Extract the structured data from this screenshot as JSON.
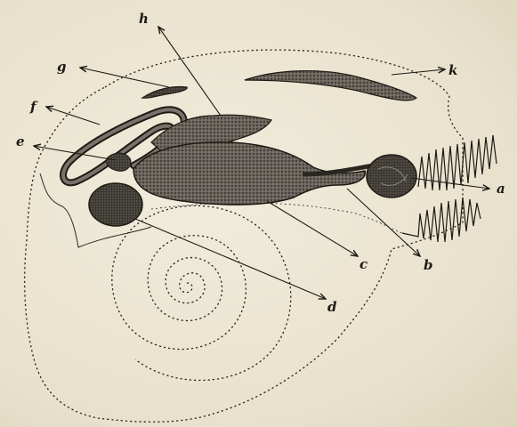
{
  "labels": {
    "a": "a",
    "b": "b",
    "c": "c",
    "d": "d",
    "e": "e",
    "f": "f",
    "g": "g",
    "h": "h",
    "k": "k"
  },
  "colors": {
    "ink": "#1e1a14",
    "paper": "#ece6d4",
    "organ_fill": "#4a4640"
  }
}
